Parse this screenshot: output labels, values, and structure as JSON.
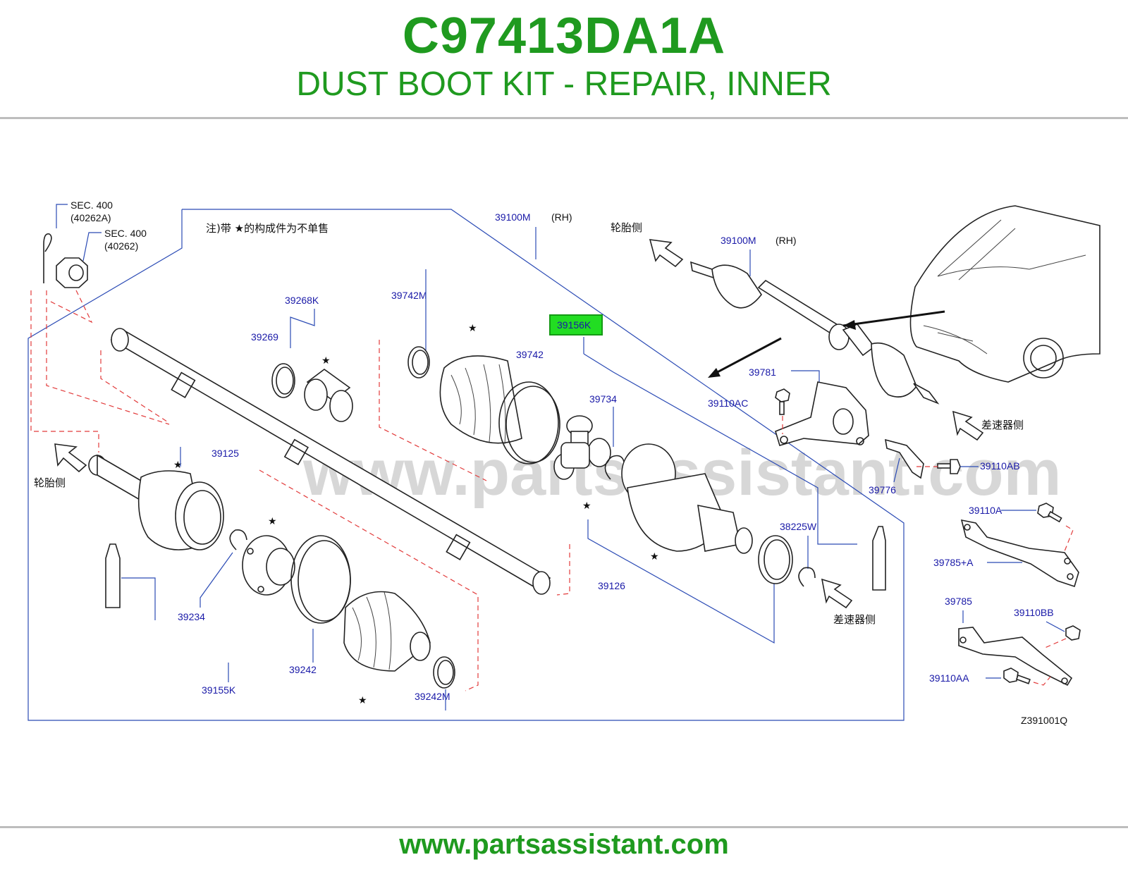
{
  "header": {
    "part_number": "C97413DA1A",
    "description": "DUST BOOT KIT - REPAIR, INNER"
  },
  "diagram": {
    "watermark": "www.partsassistant.com",
    "note": "注)带  ★的构成件为不单售",
    "code": "Z391001Q",
    "direction_labels": {
      "wheel_side_top": "轮胎侧",
      "wheel_side_left": "轮胎侧",
      "diff_side_right": "差速器侧",
      "diff_side_bottom": "差速器侧"
    },
    "callouts": {
      "sec400_a": "SEC.   400",
      "sec400_a_ref": "(40262A)",
      "sec400_b": "SEC.   400",
      "sec400_b_ref": "(40262)",
      "p39100m_1": "39100M",
      "rh_1": "(RH)",
      "p39100m_2": "39100M",
      "rh_2": "(RH)",
      "p39268k": "39268K",
      "p39269": "39269",
      "p39742m": "39742M",
      "p39742": "39742",
      "p39156k": "39156K",
      "p39734": "39734",
      "p39125": "39125",
      "p39234": "39234",
      "p39155k": "39155K",
      "p39242": "39242",
      "p39242m": "39242M",
      "p39126": "39126",
      "p38225w": "38225W",
      "p39781": "39781",
      "p39110ac": "39110AC",
      "p39776": "39776",
      "p39110ab": "39110AB",
      "p39110a": "39110A",
      "p39785a": "39785+A",
      "p39785": "39785",
      "p39110bb": "39110BB",
      "p39110aa": "39110AA"
    },
    "highlight_color": "#22bb22"
  },
  "footer": {
    "url": "www.partsassistant.com"
  }
}
